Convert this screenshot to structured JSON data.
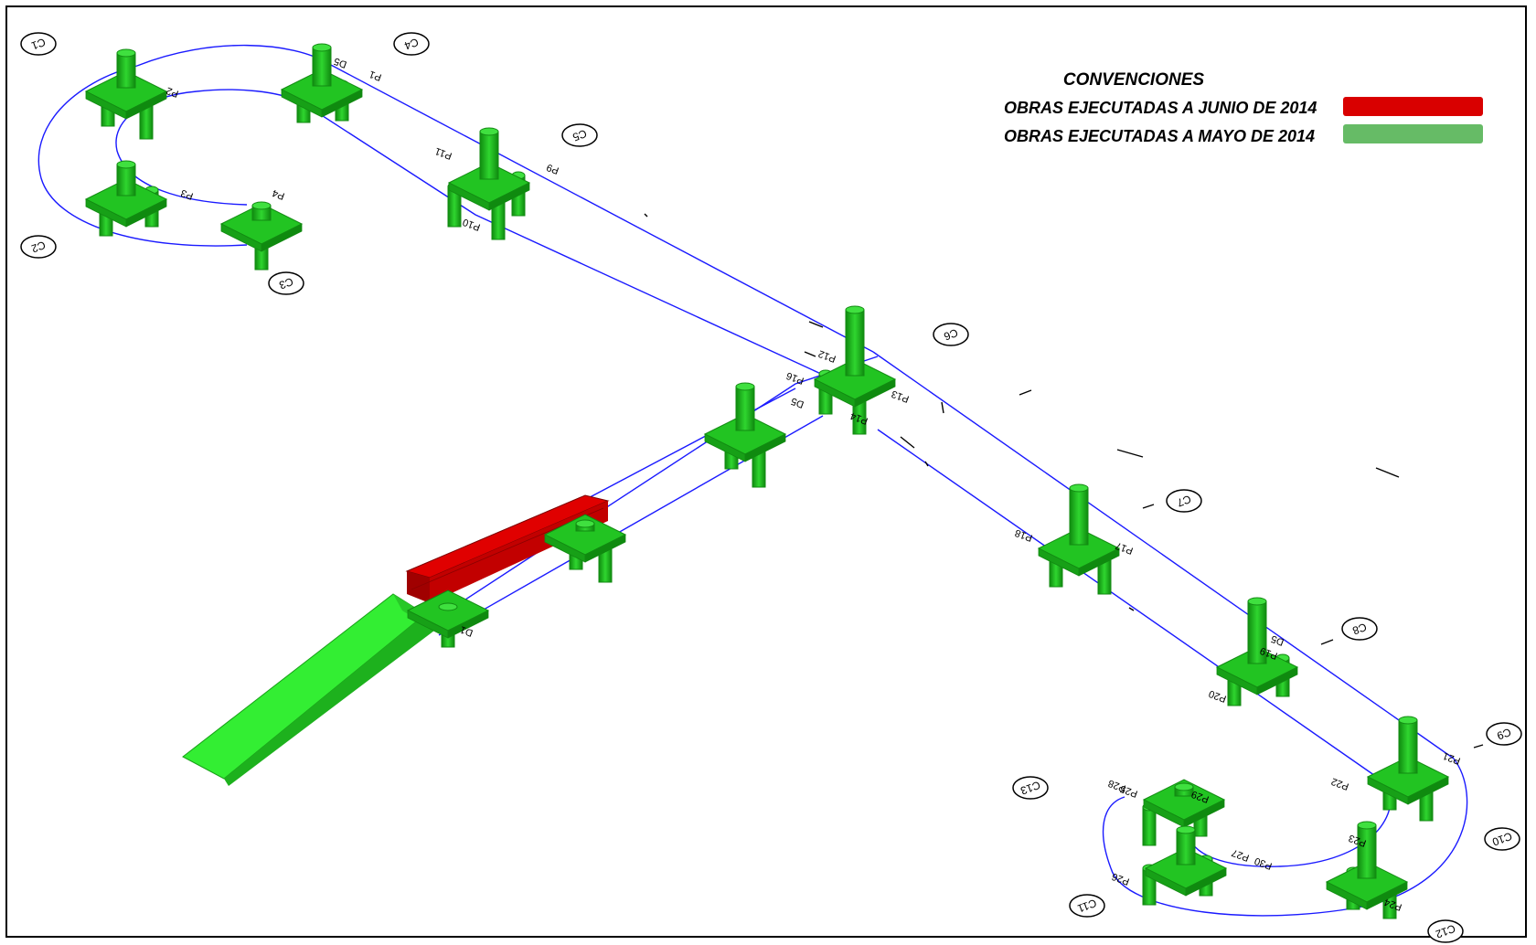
{
  "legend": {
    "title": "CONVENCIONES",
    "items": [
      {
        "label": "OBRAS EJECUTADAS A JUNIO DE 2014",
        "color": "#d90000"
      },
      {
        "label": "OBRAS EJECUTADAS A MAYO DE 2014",
        "color": "#66bb66"
      }
    ]
  },
  "colors": {
    "structure_green": "#22c422",
    "structure_dark": "#128a12",
    "ramp_green": "#33ee33",
    "beam_red": "#cc0000",
    "outline_blue": "#1a1aff"
  },
  "callouts": [
    "C1",
    "C2",
    "C3",
    "C4",
    "C5",
    "C6",
    "C7",
    "C8",
    "C9",
    "C10",
    "C11",
    "C12",
    "C13"
  ],
  "tags": [
    "D5",
    "D5",
    "D5",
    "D1",
    "P1",
    "P2",
    "P3",
    "P4",
    "P9",
    "P10",
    "P11",
    "P12",
    "P13",
    "P14",
    "P16",
    "P17",
    "P18",
    "P19",
    "P20",
    "P21",
    "P22",
    "P23",
    "P24",
    "P25",
    "P26",
    "P27",
    "P28",
    "P29",
    "P30"
  ]
}
